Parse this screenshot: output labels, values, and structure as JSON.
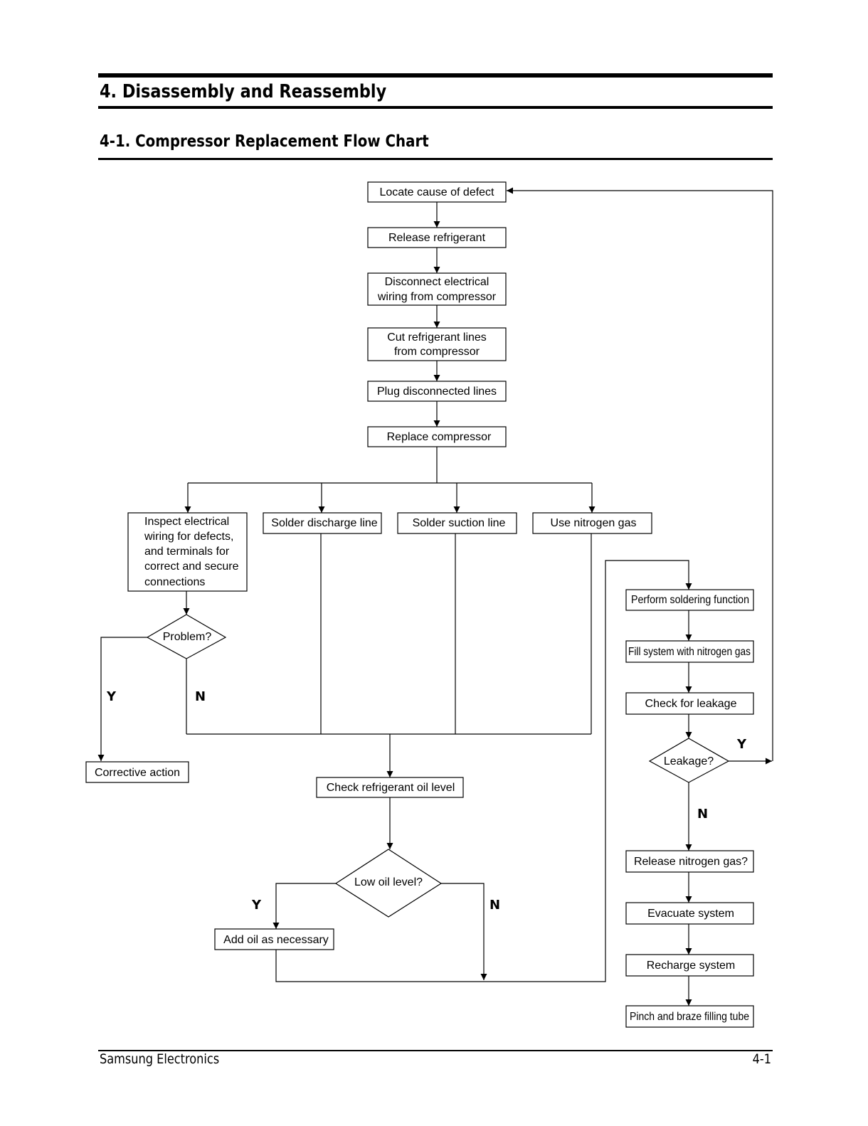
{
  "header": {
    "chapter_title": "4. Disassembly and Reassembly",
    "section_title": "4-1. Compressor Replacement Flow  Chart"
  },
  "flowchart": {
    "steps": {
      "locate": "Locate cause of defect",
      "release_refrigerant": "Release refrigerant",
      "disconnect_1": "Disconnect electrical",
      "disconnect_2": "wiring from compressor",
      "cut_1": "Cut refrigerant lines",
      "cut_2": "from compressor",
      "plug": "Plug disconnected lines",
      "replace": "Replace compressor",
      "inspect_1": "Inspect electrical",
      "inspect_2": "wiring for defects,",
      "inspect_3": "and terminals for",
      "inspect_4": "correct and secure",
      "inspect_5": "connections",
      "solder_discharge": "Solder discharge line",
      "solder_suction": "Solder suction line",
      "use_nitrogen": "Use nitrogen gas",
      "corrective": "Corrective action",
      "check_oil": "Check refrigerant oil level",
      "add_oil": "Add oil as necessary",
      "perform_soldering": "Perform soldering function",
      "fill_nitrogen": "Fill system with nitrogen gas",
      "check_leakage": "Check for leakage",
      "release_nitrogen": "Release nitrogen gas?",
      "evacuate": "Evacuate system",
      "recharge": "Recharge system",
      "pinch": "Pinch and braze filling tube"
    },
    "decisions": {
      "problem": "Problem?",
      "low_oil": "Low oil level?",
      "leakage": "Leakage?"
    },
    "branch_labels": {
      "yes": "Y",
      "no": "N"
    }
  },
  "footer": {
    "company": "Samsung Electronics",
    "page_number": "4-1"
  }
}
